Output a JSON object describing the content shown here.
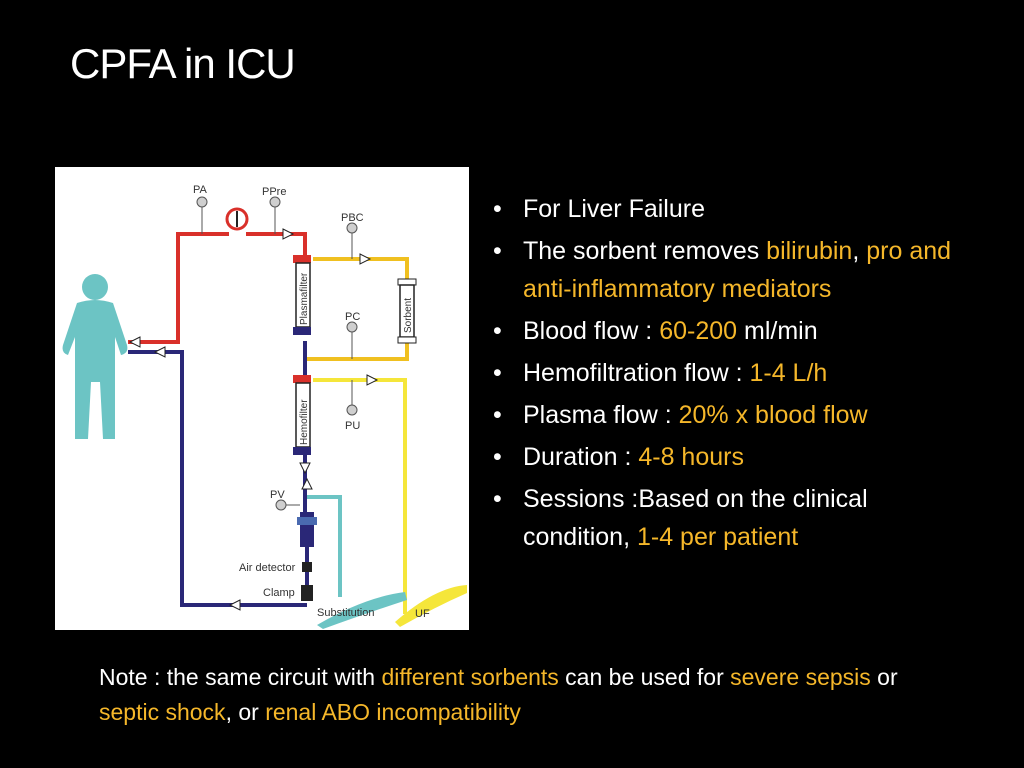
{
  "title": "CPFA in ICU",
  "colors": {
    "highlight": "#f5b72a",
    "arterial": "#d9302a",
    "venous": "#2a2777",
    "plasma": "#f0c020",
    "ultrafiltrate": "#f5e63a",
    "substitution": "#6cc4c4",
    "patient": "#6cc4c4"
  },
  "diagram": {
    "labels": {
      "pa": "PA",
      "ppre": "PPre",
      "pbc": "PBC",
      "pc": "PC",
      "pu": "PU",
      "pv": "PV",
      "plasmafilter": "Plasmafilter",
      "sorbent": "Sorbent",
      "hemofilter": "Hemofilter",
      "air_detector": "Air detector",
      "clamp": "Clamp",
      "substitution": "Substitution",
      "uf": "UF"
    }
  },
  "bullets": [
    {
      "parts": [
        {
          "text": "For Liver Failure",
          "hl": false
        }
      ]
    },
    {
      "parts": [
        {
          "text": "The sorbent removes ",
          "hl": false
        },
        {
          "text": "bilirubin",
          "hl": true
        },
        {
          "text": ", ",
          "hl": false
        },
        {
          "text": "pro and anti-inflammatory mediators",
          "hl": true
        }
      ]
    },
    {
      "parts": [
        {
          "text": "Blood flow : ",
          "hl": false
        },
        {
          "text": "60-200",
          "hl": true
        },
        {
          "text": " ml/min",
          "hl": false
        }
      ]
    },
    {
      "parts": [
        {
          "text": "Hemofiltration flow : ",
          "hl": false
        },
        {
          "text": "1-4 L/h",
          "hl": true
        }
      ]
    },
    {
      "parts": [
        {
          "text": "Plasma flow : ",
          "hl": false
        },
        {
          "text": "20% x blood flow",
          "hl": true
        }
      ]
    },
    {
      "parts": [
        {
          "text": "Duration : ",
          "hl": false
        },
        {
          "text": "4-8 hours",
          "hl": true
        }
      ]
    },
    {
      "parts": [
        {
          "text": "Sessions :Based on the clinical condition, ",
          "hl": false
        },
        {
          "text": "1-4 per patient",
          "hl": true
        }
      ]
    }
  ],
  "note": {
    "parts": [
      {
        "text": "Note : the same circuit with ",
        "hl": false
      },
      {
        "text": "different sorbents",
        "hl": true
      },
      {
        "text": " can be used for ",
        "hl": false
      },
      {
        "text": "severe sepsis",
        "hl": true
      },
      {
        "text": " or ",
        "hl": false
      },
      {
        "text": "septic shock",
        "hl": true
      },
      {
        "text": ", or ",
        "hl": false
      },
      {
        "text": "renal ABO incompatibility",
        "hl": true
      }
    ]
  }
}
